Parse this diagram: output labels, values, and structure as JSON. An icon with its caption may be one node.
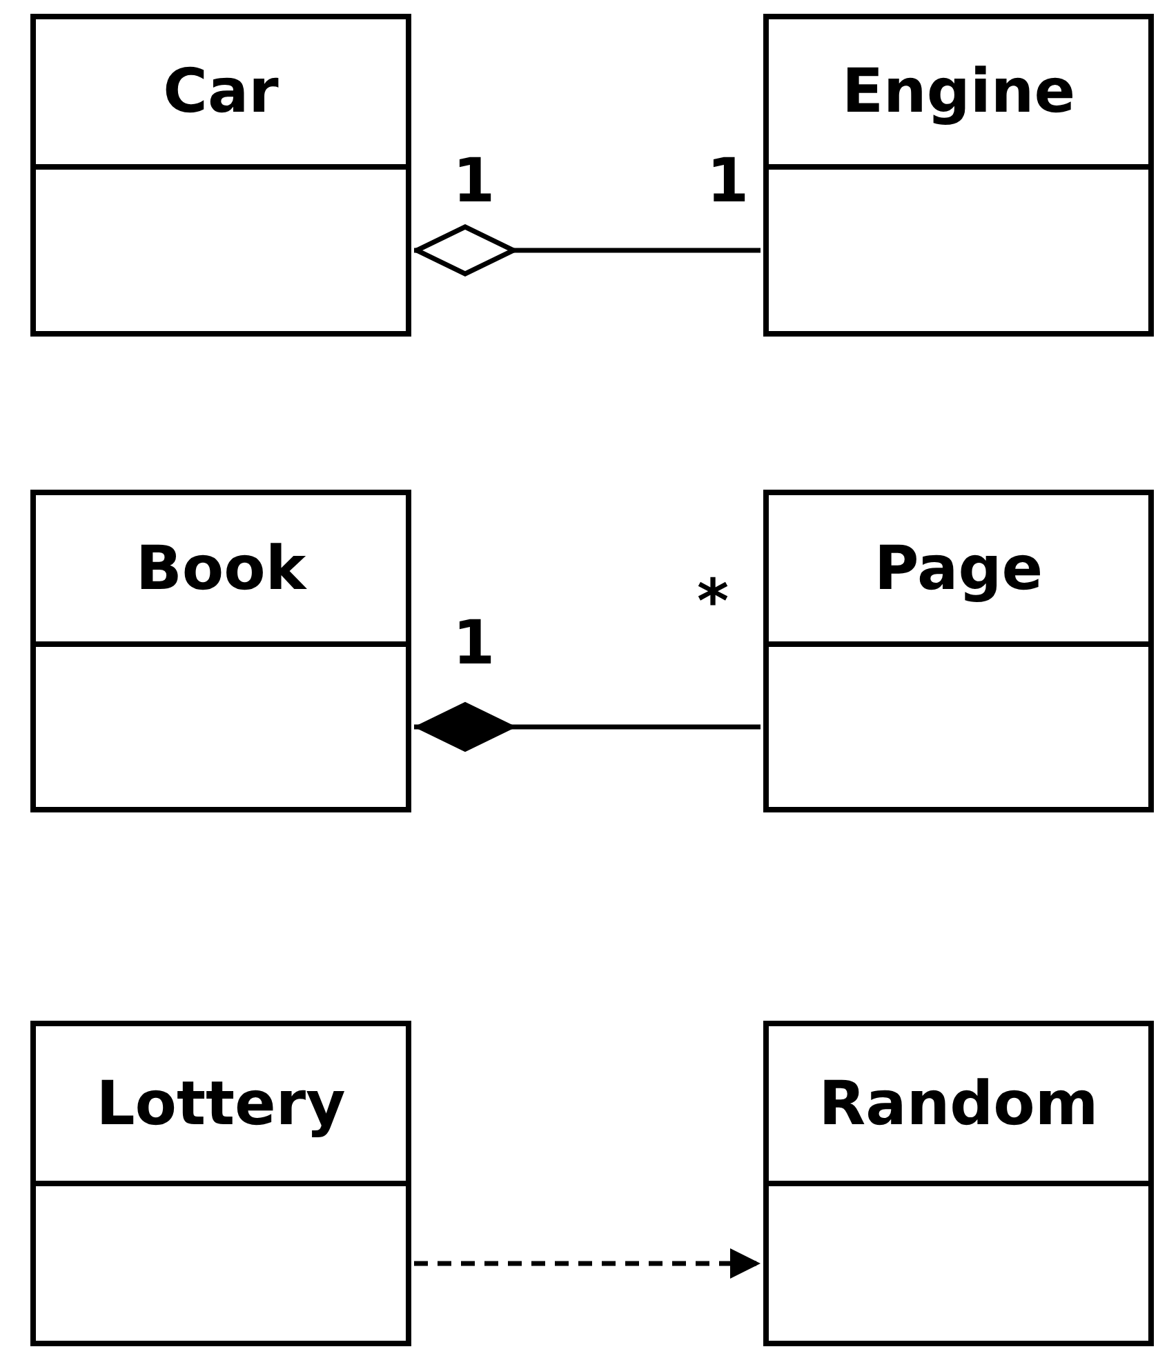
{
  "diagram": {
    "nodes": [
      {
        "text": [
          "Car"
        ]
      },
      {
        "text": [
          "Engine"
        ]
      },
      {
        "text": [
          "Book"
        ]
      },
      {
        "text": [
          "Page"
        ]
      },
      {
        "text": [
          "Lottery"
        ]
      },
      {
        "text": [
          "Random"
        ]
      }
    ],
    "edges": [
      {
        "from": 0,
        "to": 1,
        "arrow": "other"
      },
      {
        "from": 2,
        "to": 3,
        "arrow": "other"
      },
      {
        "from": 4,
        "to": 5,
        "arrow": "to",
        "style": "dashed"
      }
    ],
    "labels": [
      "1",
      "1",
      "1",
      "*"
    ]
  }
}
